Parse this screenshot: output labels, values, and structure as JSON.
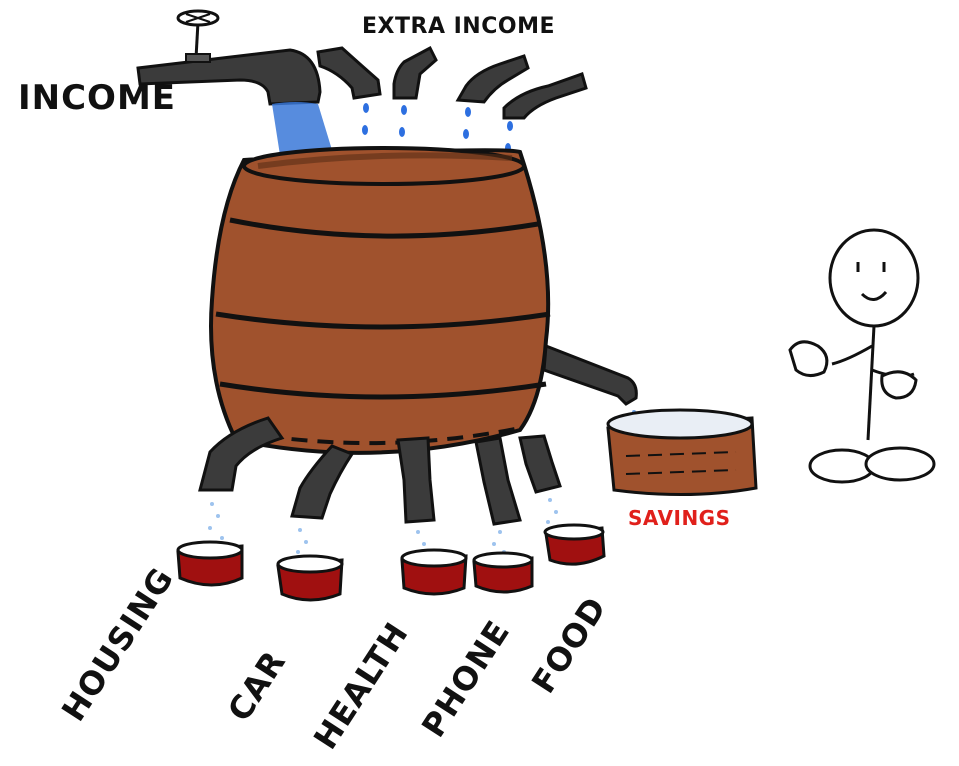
{
  "labels": {
    "income": "INCOME",
    "extra_income": "EXTRA INCOME",
    "savings": "SAVINGS"
  },
  "expenses": [
    "HOUSING",
    "CAR",
    "HEALTH",
    "PHONE",
    "FOOD"
  ],
  "colors": {
    "barrel_wood": "#a0522d",
    "pipe": "#3b3b3b",
    "water": "#3a78d8",
    "expense_bucket": "#a01010",
    "savings_text": "#e0201b"
  }
}
